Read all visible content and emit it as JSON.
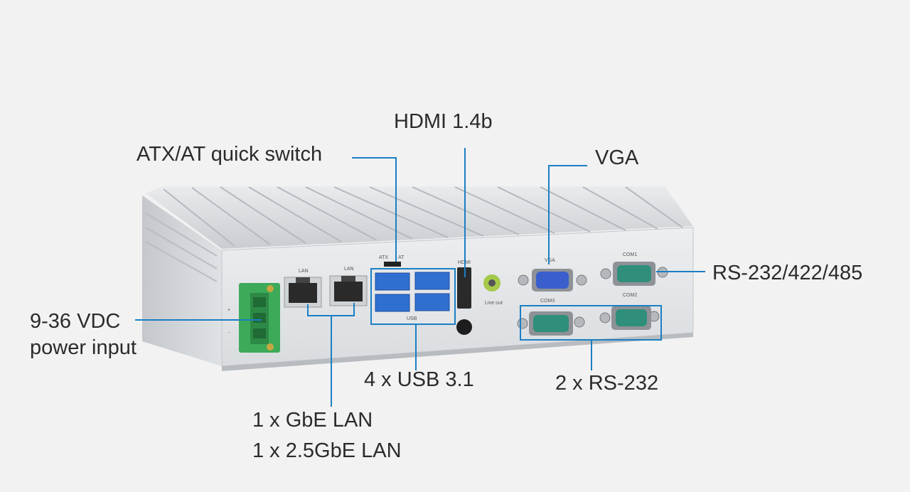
{
  "callouts": {
    "hdmi": "HDMI 1.4b",
    "atx": "ATX/AT quick switch",
    "vga": "VGA",
    "rs232_422_485": "RS-232/422/485",
    "power_line1": "9-36 VDC",
    "power_line2": "power input",
    "usb": "4 x USB 3.1",
    "rs232": "2 x RS-232",
    "lan_line1": "1 x GbE LAN",
    "lan_line2": "1 x 2.5GbE LAN"
  },
  "panel_labels": {
    "lan1": "LAN",
    "lan2": "LAN",
    "atx": "ATX",
    "at": "AT",
    "hdmi": "HDMI",
    "vga": "VGA",
    "com1": "COM1",
    "com2": "COM2",
    "com3": "COM3",
    "usb": "USB",
    "line_out": "Line out",
    "plus": "+",
    "minus": "-"
  },
  "colors": {
    "leader_line": "#1a7fc4",
    "text": "#2b2b2b",
    "chassis": "#d6d9dc",
    "terminal_block": "#3daa5a",
    "usb_blue": "#2f6fd0",
    "line_out_green": "#a6c94a",
    "db9_teal": "#2f8f7a",
    "vga_blue": "#3a5fcd"
  }
}
